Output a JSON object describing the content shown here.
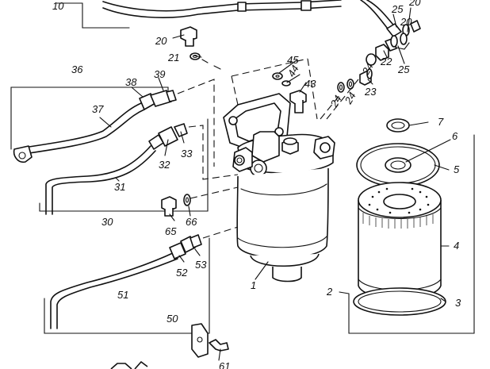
{
  "labels": [
    {
      "id": "p10",
      "text": "10"
    },
    {
      "id": "p20a",
      "text": "20"
    },
    {
      "id": "p25a",
      "text": "25"
    },
    {
      "id": "p20b",
      "text": "20"
    },
    {
      "id": "p20c",
      "text": "20"
    },
    {
      "id": "p21",
      "text": "21"
    },
    {
      "id": "p22",
      "text": "22"
    },
    {
      "id": "p25b",
      "text": "25"
    },
    {
      "id": "p24a",
      "text": "24"
    },
    {
      "id": "p24b",
      "text": "24"
    },
    {
      "id": "p24c",
      "text": "24"
    },
    {
      "id": "p23",
      "text": "23"
    },
    {
      "id": "p45",
      "text": "45"
    },
    {
      "id": "p44",
      "text": "44"
    },
    {
      "id": "p43",
      "text": "43"
    },
    {
      "id": "p36",
      "text": "36"
    },
    {
      "id": "p38",
      "text": "38"
    },
    {
      "id": "p39",
      "text": "39"
    },
    {
      "id": "p37",
      "text": "37"
    },
    {
      "id": "p32",
      "text": "32"
    },
    {
      "id": "p33",
      "text": "33"
    },
    {
      "id": "p31",
      "text": "31"
    },
    {
      "id": "p30",
      "text": "30"
    },
    {
      "id": "p7",
      "text": "7"
    },
    {
      "id": "p6",
      "text": "6"
    },
    {
      "id": "p5",
      "text": "5"
    },
    {
      "id": "p4",
      "text": "4"
    },
    {
      "id": "p3",
      "text": "3"
    },
    {
      "id": "p2",
      "text": "2"
    },
    {
      "id": "p1",
      "text": "1"
    },
    {
      "id": "p65",
      "text": "65"
    },
    {
      "id": "p66",
      "text": "66"
    },
    {
      "id": "p52",
      "text": "52"
    },
    {
      "id": "p53",
      "text": "53"
    },
    {
      "id": "p51",
      "text": "51"
    },
    {
      "id": "p50",
      "text": "50"
    },
    {
      "id": "p61",
      "text": "61"
    }
  ]
}
